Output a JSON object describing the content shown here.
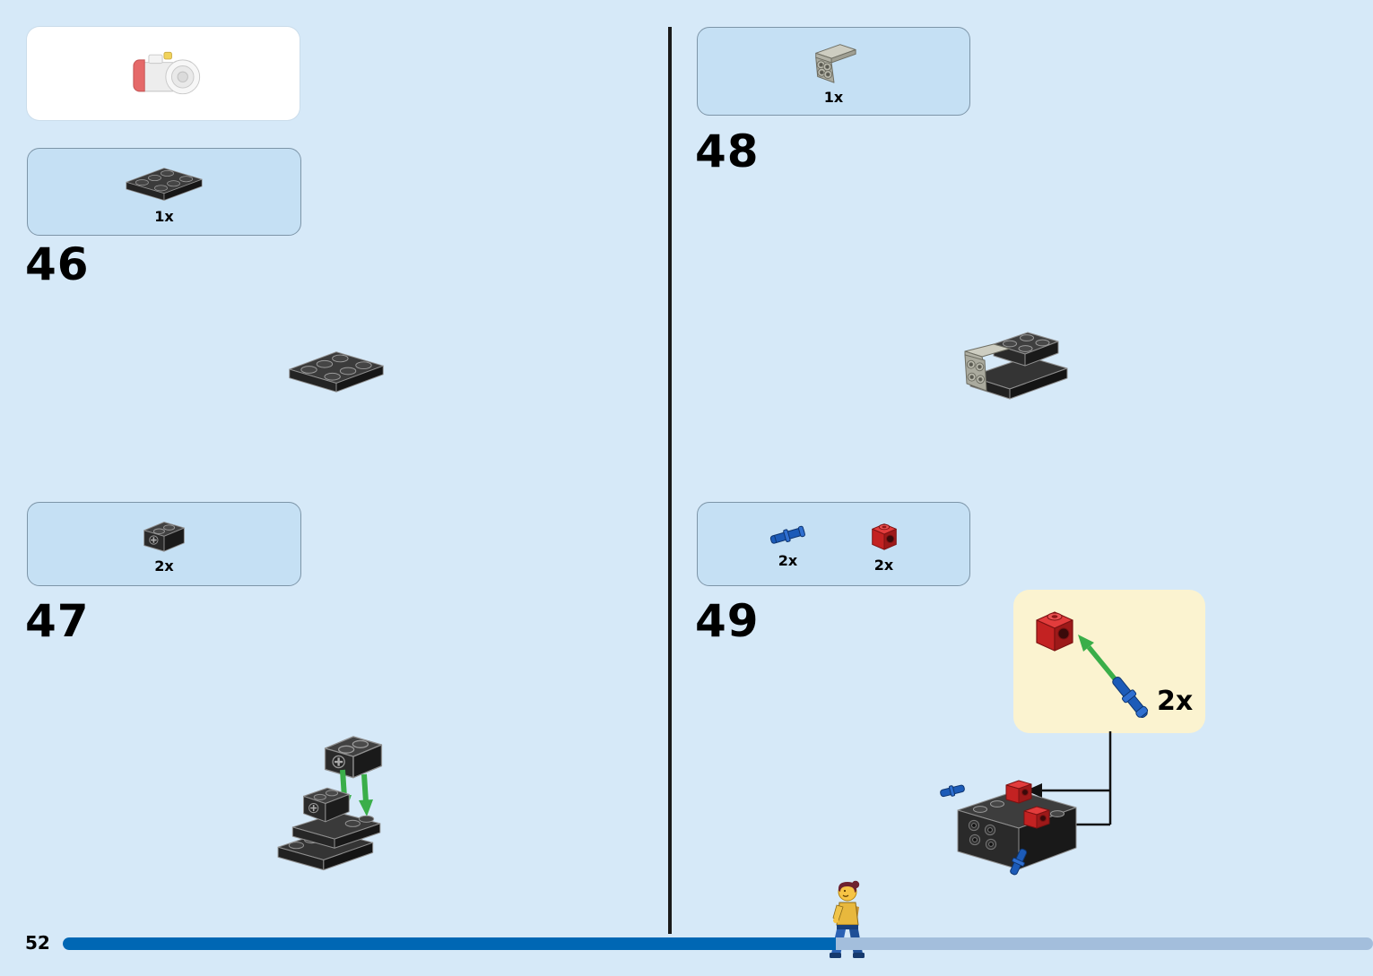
{
  "page": {
    "number": "52"
  },
  "colors": {
    "background": "#d6e9f8",
    "parts_box_fill": "#c5e0f4",
    "parts_box_border": "#7d95a8",
    "callout_fill": "#fbf3d0",
    "divider": "#1a1a1a",
    "progress_filled": "#0067b4",
    "progress_empty": "#a3bedc",
    "green_arrow": "#3aae49",
    "red_brick": "#e23c3c",
    "blue_pin": "#1c5bb8"
  },
  "steps": {
    "step46": {
      "number": "46",
      "part": {
        "name": "black-plate-2x3",
        "count": "1x"
      }
    },
    "step47": {
      "number": "47",
      "part": {
        "name": "technic-brick-1x2-axle-hole",
        "count": "2x"
      }
    },
    "step48": {
      "number": "48",
      "part": {
        "name": "bracket-plate-2x2",
        "count": "1x"
      }
    },
    "step49": {
      "number": "49",
      "parts": [
        {
          "name": "technic-pin-blue",
          "count": "2x"
        },
        {
          "name": "technic-brick-1x1-red",
          "count": "2x"
        }
      ]
    }
  },
  "callout": {
    "count": "2x"
  }
}
